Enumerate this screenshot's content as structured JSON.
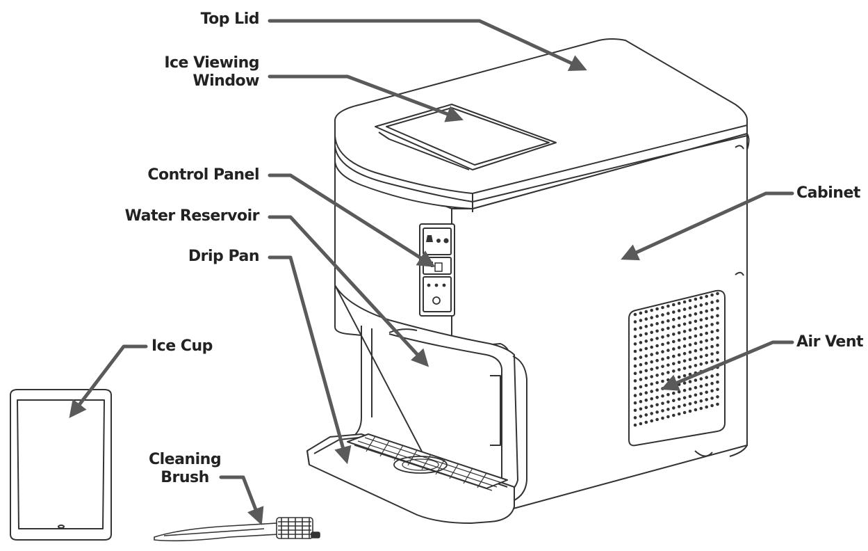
{
  "colors": {
    "ink": "#222222",
    "arrow": "#5a5a5a",
    "line": "#333333",
    "paper": "#ffffff"
  },
  "labels": {
    "top_lid": "Top Lid",
    "ice_viewing_window": [
      "Ice Viewing",
      "Window"
    ],
    "control_panel": "Control Panel",
    "water_reservoir": "Water Reservoir",
    "drip_pan": "Drip Pan",
    "cabinet": "Cabinet",
    "air_vent": "Air Vent",
    "ice_cup": "Ice Cup",
    "cleaning_brush": [
      "Cleaning",
      "Brush"
    ]
  },
  "icons": {
    "control_panel": [
      "ice-full-icon",
      "water-drop-icon",
      "snowflake-icon",
      "power-icon"
    ],
    "vent": "perforated-grille"
  }
}
